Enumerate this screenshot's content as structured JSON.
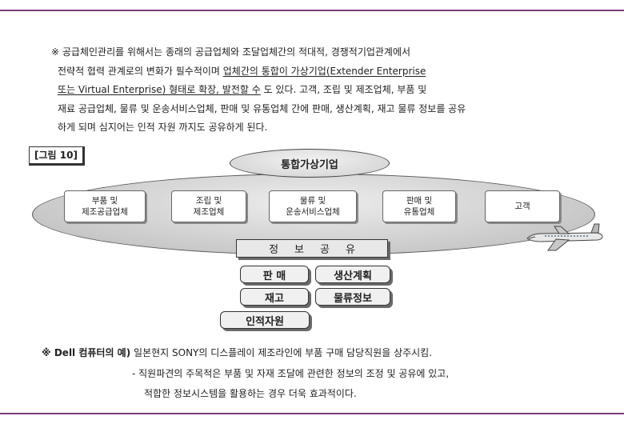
{
  "intro": {
    "line1": "※ 공급체인관리를 위해서는 종래의 공급업체와 조달업체간의 적대적, 경쟁적기업관계에서",
    "line2_a": "전략적 협력 관계로의 변화가 필수적이며 ",
    "line2_u": "업체간의 통합이 가상기업(Extender Enterprise",
    "line3_u": "또는 Virtual Enterprise) 형태로 확장, 발전할 수",
    "line3_b": " 도 있다.  고객, 조립 및 제조업체, 부품 및",
    "line4": "재료 공급업체, 물류 및 운송서비스업체, 판매 및 유통업체 간에 판매, 생산계획, 재고 물류 정보를 공유",
    "line5": "하게 되며 심지어는 인적 자원 까지도 공유하게 된다."
  },
  "figure": {
    "label": "[그림 10]",
    "title": "통합가상기업",
    "nodes": [
      {
        "line1": "부품 및",
        "line2": "제조공급업체"
      },
      {
        "line1": "조립 및",
        "line2": "제조업체"
      },
      {
        "line1": "물류 및",
        "line2": "운송서비스업체"
      },
      {
        "line1": "판매 및",
        "line2": "유통업체"
      },
      {
        "line1": "고객",
        "line2": ""
      }
    ],
    "share_label": "정보공유",
    "info_items": [
      "판 매",
      "생산계획",
      "재고",
      "물류정보",
      "인적자원"
    ],
    "plane_icon": "airplane-icon"
  },
  "example": {
    "prefix": "※ Dell 컴퓨터의 예)",
    "text": " 일본현지 SONY의 디스플레이 제조라인에 부품 구매 담당직원을 상주시킴.",
    "bullet": "- 직원파견의 주목적은 부품 및 자재 조달에 관련한 정보의 조정 및 공유에 있고,",
    "bullet_cont": "적합한 정보시스템을 활용하는 경우 더욱 효과적이다."
  },
  "colors": {
    "rule": "#7a3a78",
    "ellipse": "#c9c9c9"
  }
}
